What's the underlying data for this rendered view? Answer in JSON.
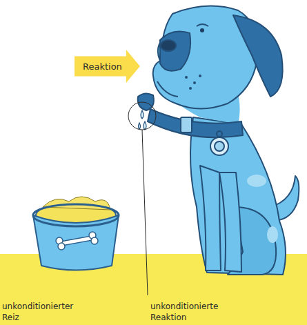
{
  "diagram": {
    "nodes": [
      {
        "text": [
          "Reaktion"
        ]
      }
    ],
    "labels": [
      "unkonditionierter Reiz",
      "unkonditionierte Reaktion"
    ]
  }
}
